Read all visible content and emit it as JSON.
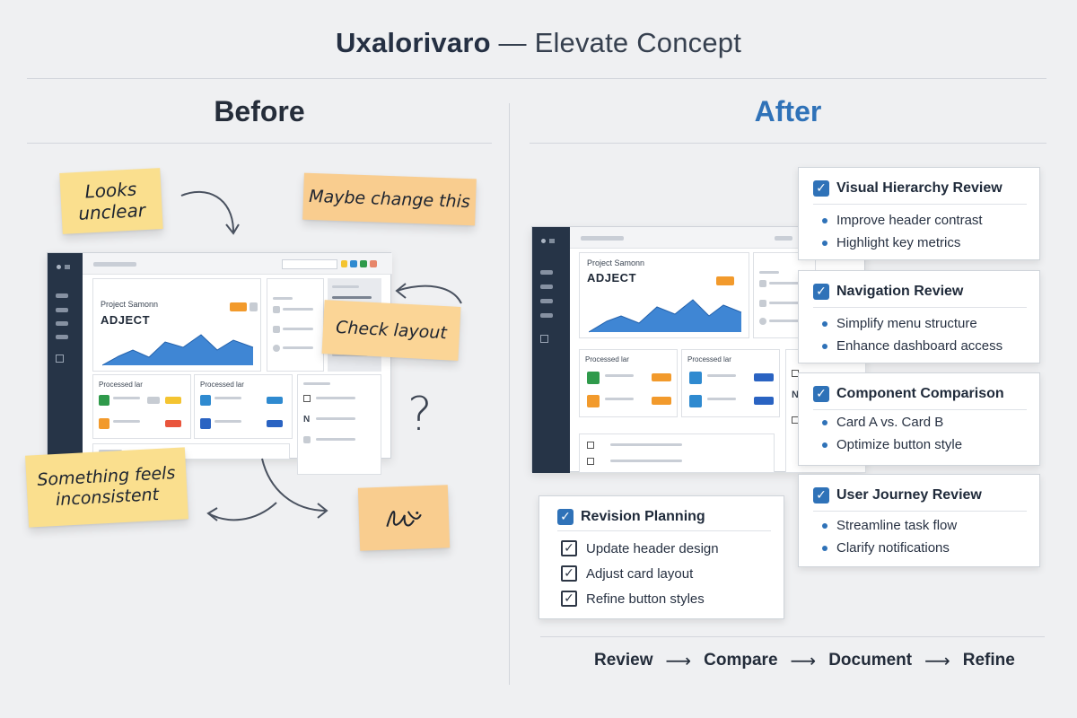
{
  "header": {
    "brand": "Uxalorivaro",
    "separator": "—",
    "subtitle": "Elevate Concept"
  },
  "columns": {
    "before": "Before",
    "after": "After"
  },
  "stickies": {
    "looks_unclear_1": "Looks",
    "looks_unclear_2": "unclear",
    "maybe_change": "Maybe change this",
    "check_layout": "Check layout",
    "inconsistent_1": "Something feels",
    "inconsistent_2": "inconsistent",
    "question": "?"
  },
  "mini_dashboard": {
    "heading_small": "Project Samonn",
    "heading_big": "ADJECT",
    "card_label": "Processed lar"
  },
  "review_panels": [
    {
      "title": "Visual Hierarchy Review",
      "items": [
        "Improve header contrast",
        "Highlight key metrics"
      ]
    },
    {
      "title": "Navigation Review",
      "items": [
        "Simplify menu structure",
        "Enhance dashboard access"
      ]
    },
    {
      "title": "Component Comparison",
      "items": [
        "Card A vs. Card B",
        "Optimize button style"
      ]
    },
    {
      "title": "User Journey Review",
      "items": [
        "Streamline task flow",
        "Clarify notifications"
      ]
    }
  ],
  "revision": {
    "title": "Revision Planning",
    "items": [
      "Update header design",
      "Adjust card layout",
      "Refine button styles"
    ]
  },
  "flow": {
    "steps": [
      "Review",
      "Compare",
      "Document",
      "Refine"
    ],
    "arrow": "⟶"
  },
  "colors": {
    "accent": "#2f72b8",
    "sidebar": "#263447",
    "sticky_yellow": "#fadf8e",
    "sticky_orange": "#f9cd8f"
  }
}
